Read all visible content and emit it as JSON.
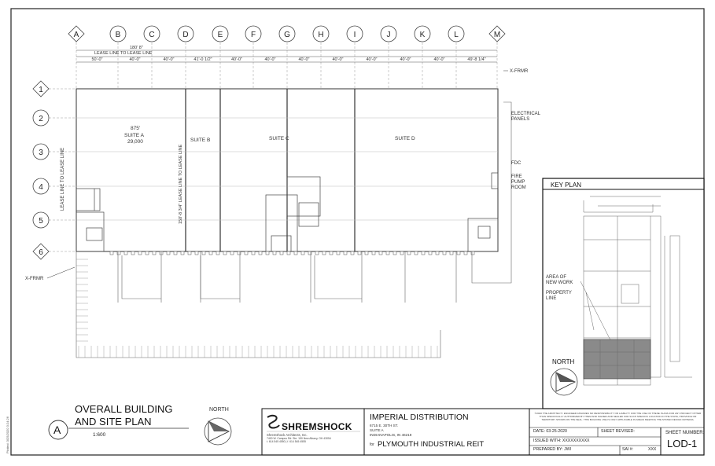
{
  "grid": {
    "columns": [
      "A",
      "B",
      "C",
      "D",
      "E",
      "F",
      "G",
      "H",
      "I",
      "J",
      "K",
      "L",
      "M"
    ],
    "rows": [
      "1",
      "2",
      "3",
      "4",
      "5",
      "6"
    ],
    "dimensions": [
      "50'-0\"",
      "40'-0\"",
      "40'-0\"",
      "41'-0 1/2\"",
      "40'-0\"",
      "40'-0\"",
      "40'-0\"",
      "40'-0\"",
      "40'-0\"",
      "40'-0\"",
      "40'-0\"",
      "49'-8 1/4\""
    ],
    "overall_dim": "180' 8\"",
    "lease_line_top": "LEASE LINE TO LEASE LINE"
  },
  "plan_labels": {
    "suite_a": [
      "875'",
      "SUITE A",
      "29,000"
    ],
    "suite_b": "SUITE B",
    "suite_c": "SUITE C",
    "suite_d": "SUITE D",
    "lease_line_left": "LEASE LINE TO LEASE LINE",
    "lease_line_mid": "150'-8 3/4\" LEASE LINE TO LEASE LINE",
    "xfrmr_top": "X-FRMR",
    "xfrmr_left": "X-FRMR",
    "electrical": [
      "ELECTRICAL",
      "PANELS"
    ],
    "fdc": "FDC",
    "fire_pump": [
      "FIRE",
      "PUMP",
      "ROOM"
    ]
  },
  "key_plan": {
    "title": "KEY PLAN",
    "area_label": [
      "AREA OF",
      "NEW WORK"
    ],
    "property_label": [
      "PROPERTY",
      "LINE"
    ],
    "north": "NORTH",
    "highlight_color": "#8a8a8a"
  },
  "drawing": {
    "tag": "A",
    "title_line1": "OVERALL BUILDING",
    "title_line2": "AND SITE PLAN",
    "scale": "1:600",
    "north": "NORTH",
    "plot_stamp": "Plotted: 3/25/2020 3:24:26"
  },
  "title_block": {
    "firm": "SHREMSHOCK",
    "firm_line1": "Shremshock Architects, Inc.",
    "firm_line2": "7400 W. Campus Rd. Ste. 150 New Albany, OH 43054",
    "firm_line3": "t. 614 545 4550 | f. 614 545 4555",
    "project_title": "IMPERIAL DISTRIBUTION",
    "address1": "6715 E. 30TH ST.",
    "address2": "SUITE A",
    "address3": "INDIANAPOLIS, IN 46219",
    "for_label": "for",
    "client": "PLYMOUTH INDUSTRIAL REIT",
    "disclaimer": "©2020 THE ARCHITECT / ENGINEER ASSUMES NO RESPONSIBILITY OR LIABILITY FOR THE USE OF THESE PLANS FOR ANY PROJECT OTHER THAN SPECIFICALLY AUTHORIZED BY THEM AND SIGNED AND SEALED FOR SUCH SPECIFIC LOCATION IN THE STATE, PROVINCE OR TERRITORY SHOWN ON THE SEAL. THIS BUILDING USE IS ONLY APPLICABLE IN AREAS MEETING THE STATED DESIGN CRITERIA.",
    "date": "DATE: 03-25-2020",
    "sheet_revised": "SHEET REVISED:",
    "issued_with": "ISSUED WITH: XXXXXXXXXX",
    "prepared_by": "PREPARED BY: JWI",
    "sai": "SAI #:",
    "sai_value": "XXX",
    "sheet_number_label": "SHEET NUMBER:",
    "sheet_number": "LOD-1"
  }
}
